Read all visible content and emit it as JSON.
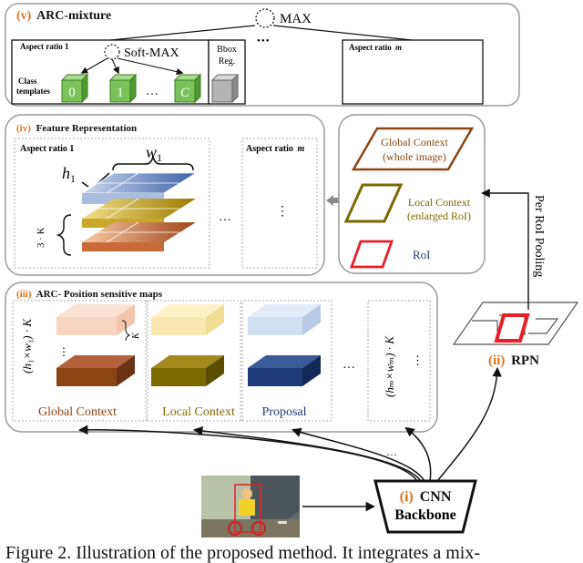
{
  "colors": {
    "orange": "#e2711d",
    "navy": "#1f3a78",
    "brown": "#8b4513",
    "olive": "#7a6a00",
    "red": "#e8202a",
    "green": "#7cc25a",
    "panel_border": "#9a9a9a"
  },
  "arc_mixture": {
    "num": "(v)",
    "title": "ARC-mixture",
    "max_label": "MAX",
    "aspect1_label": "Aspect ratio 1",
    "aspectm_label": "Aspect ratio",
    "aspectm_var": "m",
    "softmax_label": "Soft-MAX",
    "bbox_label": "Bbox",
    "reg_label": "Reg.",
    "class_templates_l1": "Class",
    "class_templates_l2": "templates",
    "cube_labels": [
      "0",
      "1",
      "C"
    ],
    "dots": "…",
    "dots_top": "•••"
  },
  "feature_rep": {
    "num": "(iv)",
    "title": "Feature Representation",
    "aspect1_label": "Aspect ratio 1",
    "aspectm_label": "Aspect ratio",
    "aspectm_var": "m",
    "w_label": "w",
    "w_sub": "1",
    "h_label": "h",
    "h_sub": "1",
    "k_label": "3 · K",
    "dots_h": "…",
    "dots_v": "⋮"
  },
  "context_panel": {
    "global_l1": "Global Context",
    "global_l2": "(whole image)",
    "local_l1": "Local Context",
    "local_l2": "(enlarged RoI)",
    "roi": "RoI",
    "pooling": "Per RoI Pooling"
  },
  "psm": {
    "num": "(iii)",
    "title": "ARC- Position sensitive maps",
    "left_axis": "(h₁×w₁) · K",
    "right_axis": "(hₘ×wₘ) · K",
    "k_label": "K",
    "global": "Global Context",
    "local": "Local Context",
    "proposal": "Proposal",
    "dots_h": "…",
    "dots_v": "⋮"
  },
  "rpn": {
    "num": "(ii)",
    "label": "RPN"
  },
  "backbone": {
    "num": "(i)",
    "label_l1": "CNN",
    "label_l2": "Backbone",
    "dots": "…"
  },
  "caption": "Figure 2. Illustration of the proposed method. It integrates a mix-"
}
